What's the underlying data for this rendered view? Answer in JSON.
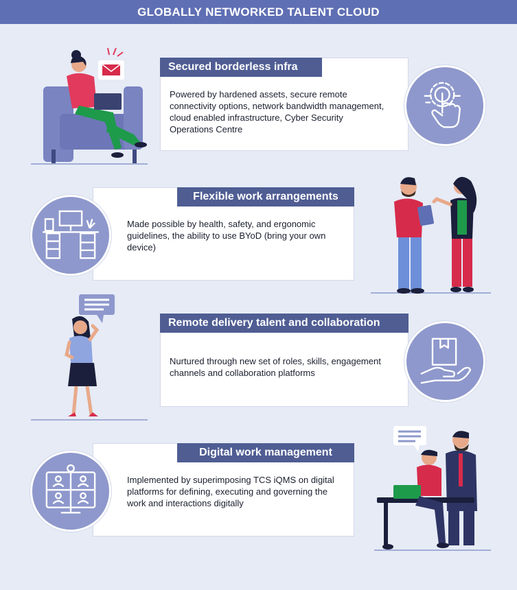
{
  "title": "GLOBALLY NETWORKED TALENT CLOUD",
  "sections": [
    {
      "label": "Secured borderless infra",
      "description": "Powered by hardened assets, secure remote connectivity options, network bandwidth management, cloud enabled infrastructure, Cyber Security Operations Centre",
      "icon": "touch-hand-icon",
      "illustration": "woman-on-sofa-with-laptop"
    },
    {
      "label": "Flexible work arrangements",
      "description": "Made possible by health, safety, and ergonomic guidelines, the ability to use BYoD (bring your own device)",
      "icon": "desk-icon",
      "illustration": "two-colleagues-talking"
    },
    {
      "label": "Remote delivery talent and collaboration",
      "description": "Nurtured through new set of roles, skills, engagement channels and collaboration platforms",
      "icon": "hand-with-package-icon",
      "illustration": "woman-on-phone"
    },
    {
      "label": "Digital work management",
      "description": "Implemented by superimposing TCS iQMS on digital platforms for defining, executing and governing the work and interactions digitally",
      "icon": "video-conference-icon",
      "illustration": "two-men-at-laptop"
    }
  ],
  "colors": {
    "background": "#e6ebf6",
    "title_bar": "#5f6fb4",
    "label": "#4f5d93",
    "icon_circle": "#8e98cc"
  }
}
